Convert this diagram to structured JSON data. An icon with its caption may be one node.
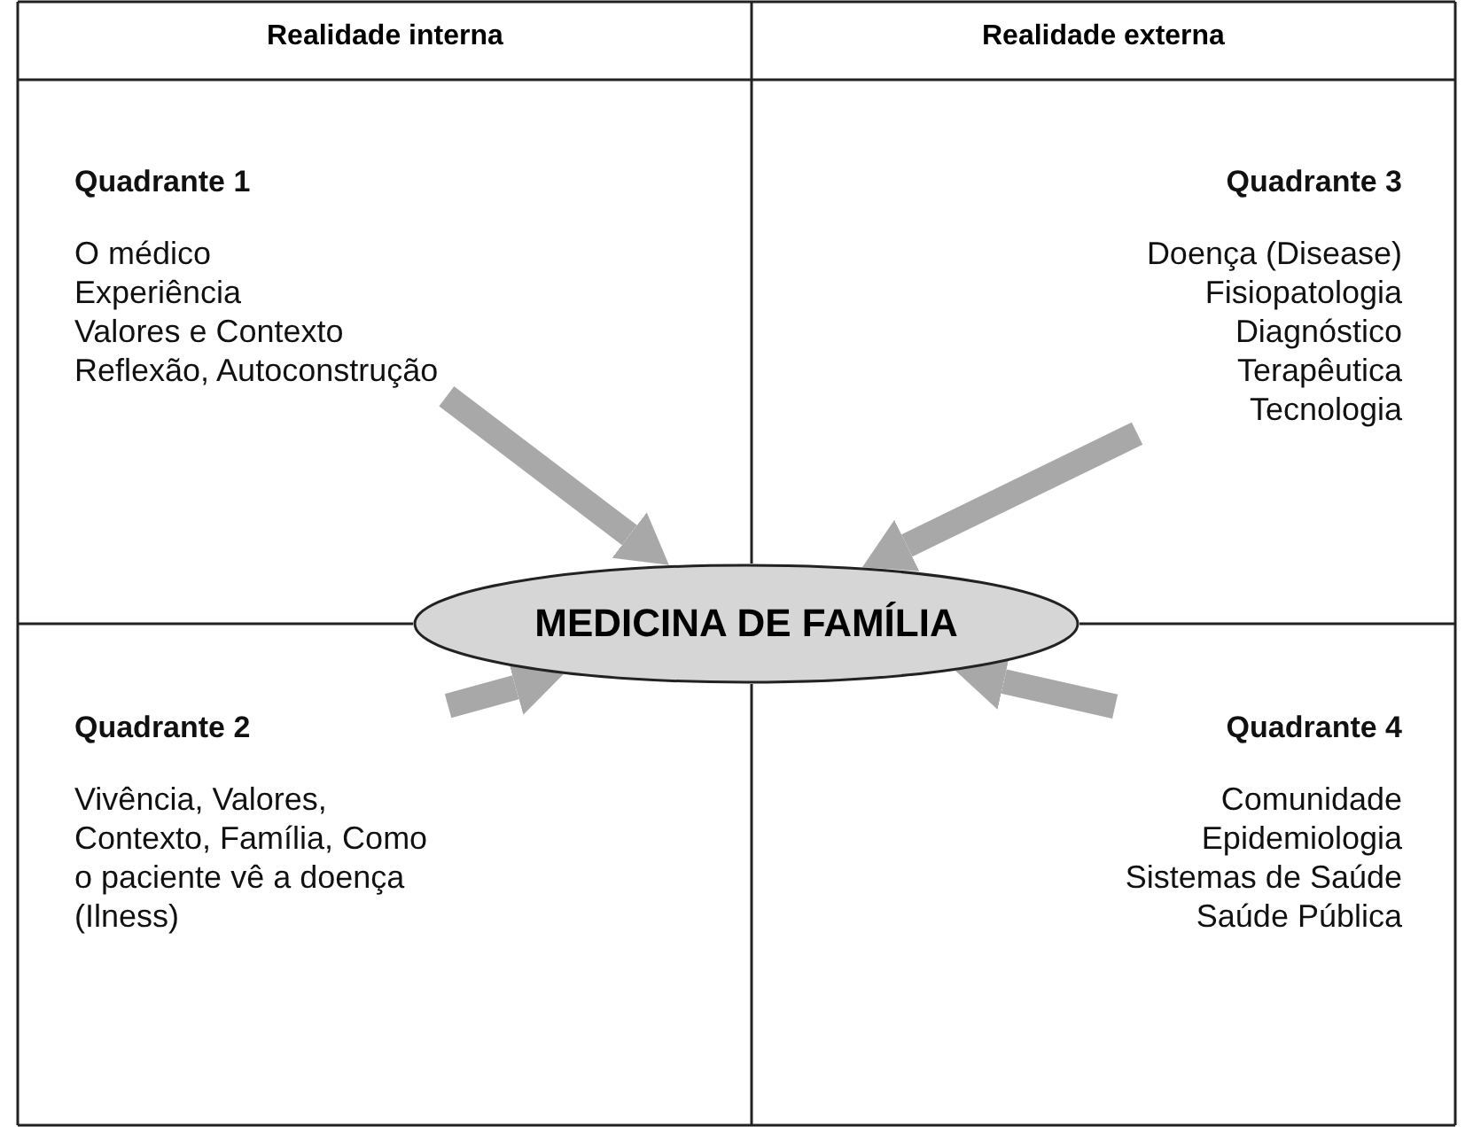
{
  "diagram": {
    "nodes": [
      {
        "text": [
          "Quadrante 1",
          "O médico",
          "Experiência",
          "Valores e Contexto",
          "Reflexão, Autoconstrução"
        ]
      },
      {
        "text": [
          "Quadrante 3",
          "Doença (Disease)",
          "Fisiopatologia",
          "Diagnóstico",
          "Terapêutica",
          "Tecnologia"
        ]
      },
      {
        "text": [
          "MEDICINA DE FAMÍLIA"
        ]
      },
      {
        "text": [
          "Quadrante 2",
          "Vivência, Valores, Contexto, Família, Como o paciente vê a doença (Ilness)"
        ]
      },
      {
        "text": [
          "Quadrante 4",
          "Comunidade",
          "Epidemiologia",
          "Sistemas de Saúde",
          "Saúde Pública"
        ]
      }
    ],
    "edges": [
      {
        "from": 0,
        "to": 2,
        "arrow": "to"
      },
      {
        "from": 1,
        "to": 2,
        "arrow": "to"
      },
      {
        "from": 3,
        "to": 2,
        "arrow": "to"
      },
      {
        "from": 4,
        "to": 2,
        "arrow": "to"
      }
    ],
    "labels": [
      "Realidade interna",
      "Realidade externa"
    ]
  }
}
